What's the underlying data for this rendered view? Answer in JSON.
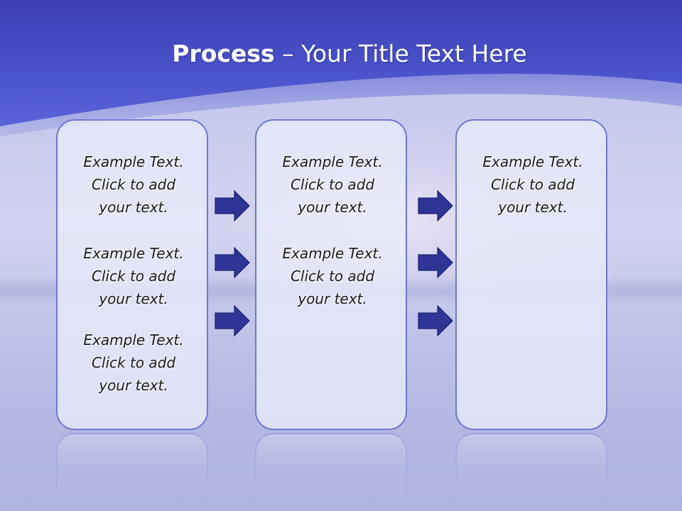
{
  "title": {
    "bold": "Process",
    "rest": " – Your Title Text Here"
  },
  "columns": [
    {
      "items": [
        {
          "line1": "Example Text.",
          "line2": "Click  to add",
          "line3": "your text."
        },
        {
          "line1": "Example Text.",
          "line2": "Click  to add",
          "line3": "your text."
        },
        {
          "line1": "Example Text.",
          "line2": "Click  to add",
          "line3": "your text."
        }
      ]
    },
    {
      "items": [
        {
          "line1": "Example Text.",
          "line2": "Click  to add",
          "line3": "your text."
        },
        {
          "line1": "Example Text.",
          "line2": "Click  to add",
          "line3": "your text."
        }
      ]
    },
    {
      "items": [
        {
          "line1": "Example Text.",
          "line2": "Click  to add",
          "line3": "your text."
        }
      ]
    }
  ],
  "colors": {
    "banner": "#4a52c8",
    "arrow_fill": "#2e3596",
    "box_border": "#6f77d2"
  },
  "icons": {
    "process_arrow": "right-arrow-icon"
  }
}
